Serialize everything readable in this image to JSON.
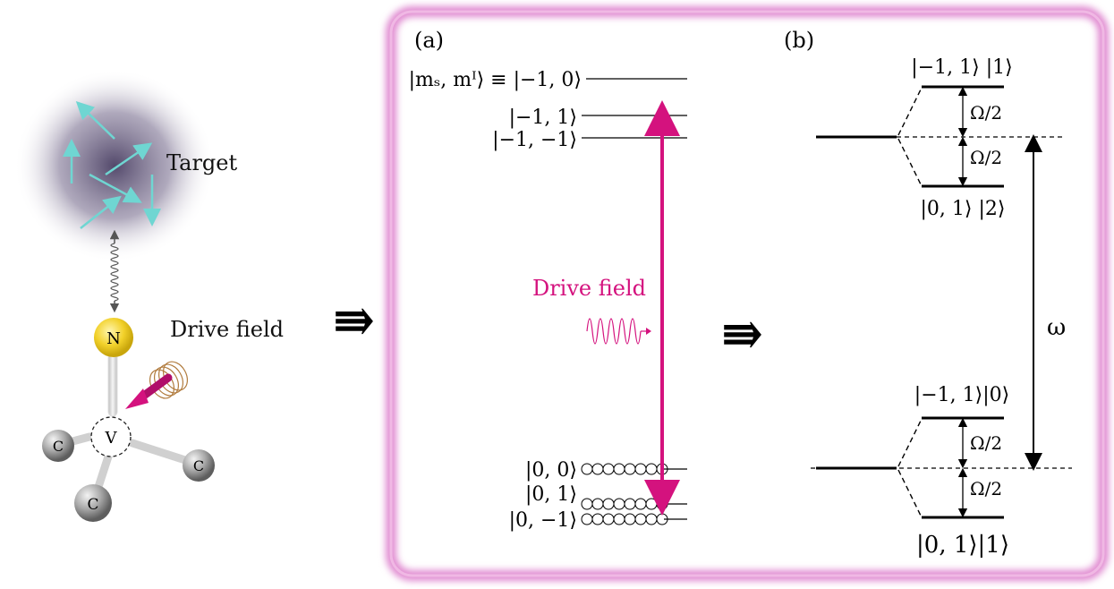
{
  "colors": {
    "magenta": "#d4127e",
    "panel_glow": "#e08ad0",
    "cyan_arrows": "#6fd6d2",
    "target_cloud": "#7a6e8e",
    "nitrogen": "#f2d12a",
    "carbon": "#9a9a9a",
    "spring": "#b07a3c"
  },
  "left": {
    "target_label": "Target",
    "drive_label": "Drive field",
    "nitrogen_label": "N",
    "vacancy_label": "V",
    "carbon_label": "C",
    "arrow_glyph": "⇛"
  },
  "panel_a": {
    "tag": "(a)",
    "levels": [
      {
        "label": "|mₛ, mᴵ⟩ ≡ |−1, 0⟩"
      },
      {
        "label": "|−1, 1⟩"
      },
      {
        "label": "|−1, −1⟩"
      },
      {
        "label": "|0, 0⟩"
      },
      {
        "label": "|0, 1⟩"
      },
      {
        "label": "|0, −1⟩"
      }
    ],
    "drive_label": "Drive field"
  },
  "middle_arrow_glyph": "⇛",
  "panel_b": {
    "tag": "(b)",
    "upper_top": "|−1, 1⟩ |1⟩",
    "upper_bottom": "|0, 1⟩ |2⟩",
    "lower_top": "|−1, 1⟩|0⟩",
    "lower_bottom": "|0, 1⟩|1⟩",
    "half_rabi": "Ω/2",
    "omega": "ω"
  }
}
